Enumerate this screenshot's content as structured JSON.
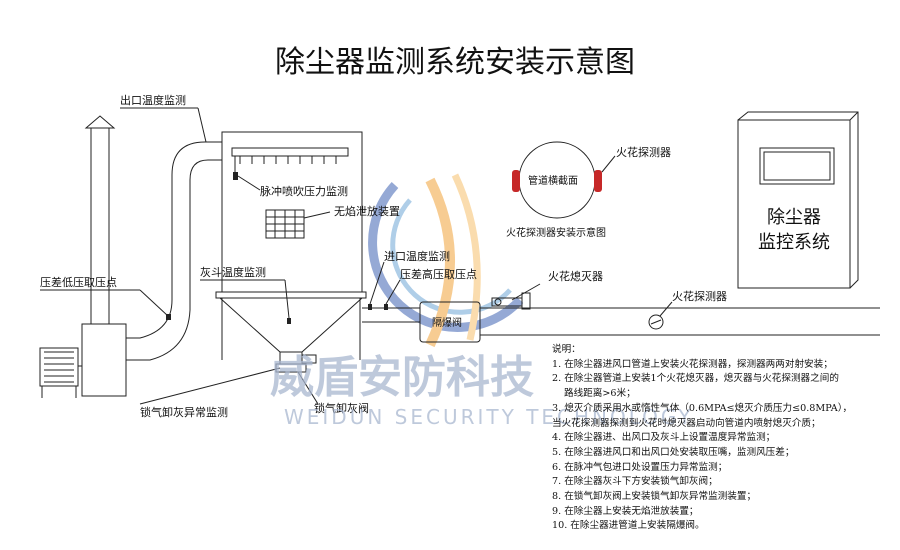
{
  "title": "除尘器监测系统安装示意图",
  "labels": {
    "outlet_temp": "出口温度监测",
    "pulse_pressure": "脉冲喷吹压力监测",
    "flameless_vent": "无焰泄放装置",
    "diff_low": "压差低压取压点",
    "hopper_temp": "灰斗温度监测",
    "inlet_temp": "进口温度监测",
    "diff_high": "压差高压取压点",
    "spark_extinguisher": "火花熄灭器",
    "spark_detector_pipe": "火花探测器",
    "isolation_valve": "隔爆阀",
    "airlock_alarm": "锁气卸灰异常监测",
    "airlock_valve": "锁气卸灰阀",
    "pipe_section": "管道横截面",
    "spark_detector_top": "火花探测器",
    "spark_install_caption": "火花探测器安装示意图",
    "cabinet_line1": "除尘器",
    "cabinet_line2": "监控系统"
  },
  "watermark": {
    "text": "威盾安防科技",
    "sub": "WEIDUN SECURITY TECHNOLOGY"
  },
  "notes": {
    "heading": "说明：",
    "items": [
      "1. 在除尘器进风口管道上安装火花探测器，探测器两两对射安装；",
      "2. 在除尘器管道上安装1个火花熄灭器，熄灭器与火花探测器之间的",
      "路线距离>6米；",
      "3. 熄灭介质采用水或惰性气体（0.6MPA≤熄灭介质压力≤0.8MPA），",
      "当火花探测器探测到火花时熄灭器启动向管道内喷射熄灭介质；",
      "4. 在除尘器进、出风口及灰斗上设置温度异常监测；",
      "5. 在除尘器进风口和出风口处安装取压嘴，监测风压差；",
      "6. 在脉冲气包进口处设置压力异常监测；",
      "7. 在除尘器灰斗下方安装锁气卸灰阀；",
      "8. 在锁气卸灰阀上安装锁气卸灰异常监测装置；",
      "9. 在除尘器上安装无焰泄放装置；",
      "10. 在除尘器进管道上安装隔爆阀。"
    ]
  },
  "colors": {
    "line": "#222222",
    "detector_red": "#c62828",
    "watermark_blue": "#3f63b3",
    "watermark_orange": "#f2a43a",
    "watermark_grey": "#a9b7d0"
  }
}
